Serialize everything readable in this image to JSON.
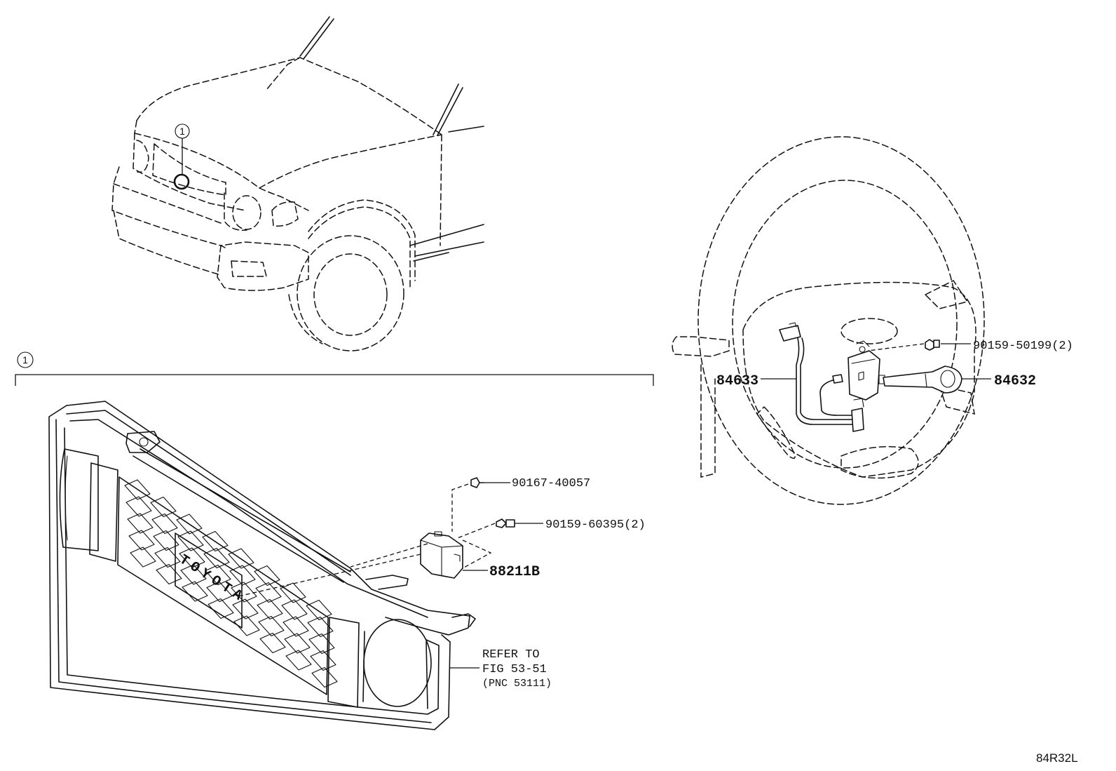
{
  "callouts": {
    "grille_ref_marker": "1",
    "section_marker": "1",
    "sensor_screw": "90167-40057",
    "sensor_bolt": "90159-60395(2)",
    "sensor": "88211B",
    "grille_ref_line1": "REFER TO",
    "grille_ref_line2": "FIG 53-51",
    "grille_ref_line3": "(PNC 53111)",
    "switch_screw": "90159-50199(2)",
    "switch_wire": "84633",
    "switch": "84632"
  },
  "figure_code": "84R32L",
  "grille_emblem": "TOYOTA"
}
